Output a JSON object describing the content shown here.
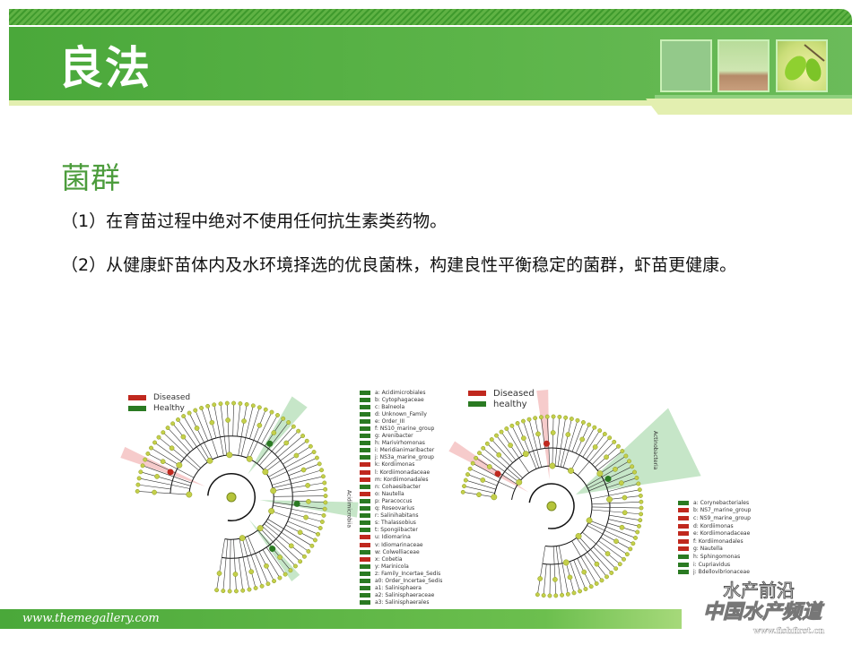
{
  "header": {
    "title": "良法"
  },
  "content": {
    "heading": "菌群",
    "paragraphs": [
      "（1）在育苗过程中绝对不使用任何抗生素类药物。",
      "（2）从健康虾苗体内及水环境择选的优良菌株，构建良性平衡稳定的菌群，虾苗更健康。"
    ]
  },
  "colors": {
    "diseased": "#c0281e",
    "healthy": "#2a7a22",
    "accent": "#4c9c3c"
  },
  "figure_left": {
    "legend": [
      {
        "label": "Diseased",
        "group": "diseased"
      },
      {
        "label": "Healthy",
        "group": "healthy"
      }
    ],
    "clade_label": "Acidimicrobiia",
    "taxa": [
      {
        "label": "a: Acidimicrobiales",
        "group": "healthy"
      },
      {
        "label": "b: Cytophagaceae",
        "group": "healthy"
      },
      {
        "label": "c: Balneola",
        "group": "healthy"
      },
      {
        "label": "d: Unknown_Family",
        "group": "healthy"
      },
      {
        "label": "e: Order_III",
        "group": "healthy"
      },
      {
        "label": "f: NS10_marine_group",
        "group": "healthy"
      },
      {
        "label": "g: Arenibacter",
        "group": "healthy"
      },
      {
        "label": "h: Marivirhomonas",
        "group": "healthy"
      },
      {
        "label": "i: Meridianimaribacter",
        "group": "healthy"
      },
      {
        "label": "j: NS3a_marine_group",
        "group": "healthy"
      },
      {
        "label": "k: Kordiimonas",
        "group": "diseased"
      },
      {
        "label": "l: Kordiimonadaceae",
        "group": "diseased"
      },
      {
        "label": "m: Kordiimonadales",
        "group": "diseased"
      },
      {
        "label": "n: Cohaesibacter",
        "group": "healthy"
      },
      {
        "label": "o: Nautella",
        "group": "diseased"
      },
      {
        "label": "p: Paracoccus",
        "group": "healthy"
      },
      {
        "label": "q: Roseovarius",
        "group": "healthy"
      },
      {
        "label": "r: Salinihabitans",
        "group": "healthy"
      },
      {
        "label": "s: Thalassobius",
        "group": "healthy"
      },
      {
        "label": "t: Spongiibacter",
        "group": "healthy"
      },
      {
        "label": "u: Idiomarina",
        "group": "diseased"
      },
      {
        "label": "v: Idiomarinaceae",
        "group": "diseased"
      },
      {
        "label": "w: Colwelliaceae",
        "group": "healthy"
      },
      {
        "label": "x: Cobetia",
        "group": "diseased"
      },
      {
        "label": "y: Marinicola",
        "group": "healthy"
      },
      {
        "label": "z: Family_Incertae_Sedis",
        "group": "healthy"
      },
      {
        "label": "a0: Order_Incertae_Sedis",
        "group": "healthy"
      },
      {
        "label": "a1: Salinisphaera",
        "group": "healthy"
      },
      {
        "label": "a2: Salinisphaeraceae",
        "group": "healthy"
      },
      {
        "label": "a3: Salinisphaerales",
        "group": "healthy"
      }
    ]
  },
  "figure_right": {
    "legend": [
      {
        "label": "Diseased",
        "group": "diseased"
      },
      {
        "label": "healthy",
        "group": "healthy"
      }
    ],
    "clade_label": "Actinobacteria",
    "taxa": [
      {
        "label": "a: Corynebacteriales",
        "group": "healthy"
      },
      {
        "label": "b: NS7_marine_group",
        "group": "diseased"
      },
      {
        "label": "c: NS9_marine_group",
        "group": "diseased"
      },
      {
        "label": "d: Kordiimonas",
        "group": "diseased"
      },
      {
        "label": "e: Kordiimonadaceae",
        "group": "diseased"
      },
      {
        "label": "f: Kordiimonadales",
        "group": "diseased"
      },
      {
        "label": "g: Nautella",
        "group": "diseased"
      },
      {
        "label": "h: Sphingomonas",
        "group": "healthy"
      },
      {
        "label": "i: Cupriavidus",
        "group": "healthy"
      },
      {
        "label": "j: Bdellovibrionaceae",
        "group": "healthy"
      }
    ]
  },
  "footer": {
    "website": "www.themegallery.com"
  },
  "watermark": {
    "line1": "水产前沿",
    "line2": "中国水产频道",
    "url": "www.fishfirst.cn"
  }
}
